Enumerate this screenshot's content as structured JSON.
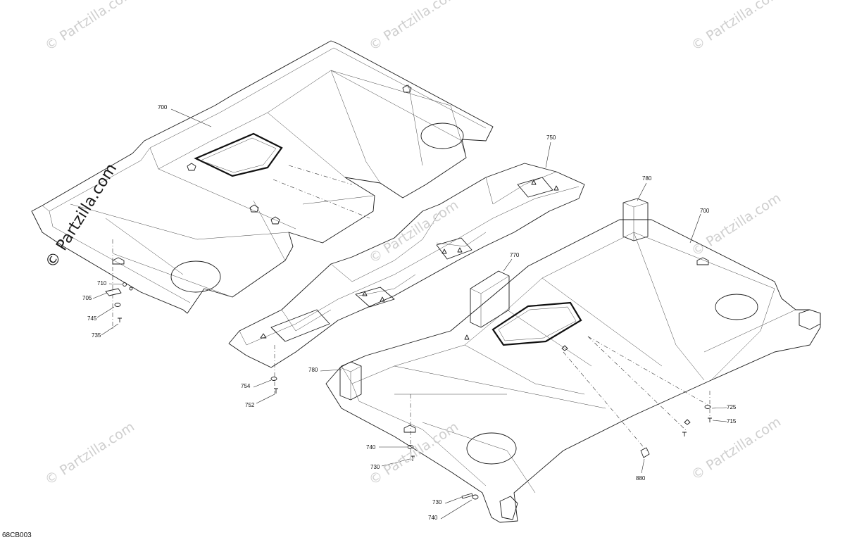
{
  "watermarks": {
    "text": "© Partzilla.com",
    "main_text": "© Partzilla.com"
  },
  "callouts": [
    {
      "id": "c700a",
      "label": "700"
    },
    {
      "id": "c750",
      "label": "750"
    },
    {
      "id": "c780a",
      "label": "780"
    },
    {
      "id": "c700b",
      "label": "700"
    },
    {
      "id": "c770",
      "label": "770"
    },
    {
      "id": "c710",
      "label": "710"
    },
    {
      "id": "c705",
      "label": "705"
    },
    {
      "id": "c745",
      "label": "745"
    },
    {
      "id": "c735",
      "label": "735"
    },
    {
      "id": "c780b",
      "label": "780"
    },
    {
      "id": "c754",
      "label": "754"
    },
    {
      "id": "c752",
      "label": "752"
    },
    {
      "id": "c725",
      "label": "725"
    },
    {
      "id": "c715",
      "label": "715"
    },
    {
      "id": "c740a",
      "label": "740"
    },
    {
      "id": "c730a",
      "label": "730"
    },
    {
      "id": "c880",
      "label": "880"
    },
    {
      "id": "c730b",
      "label": "730"
    },
    {
      "id": "c740b",
      "label": "740"
    }
  ],
  "drawing_code": "68CB003"
}
